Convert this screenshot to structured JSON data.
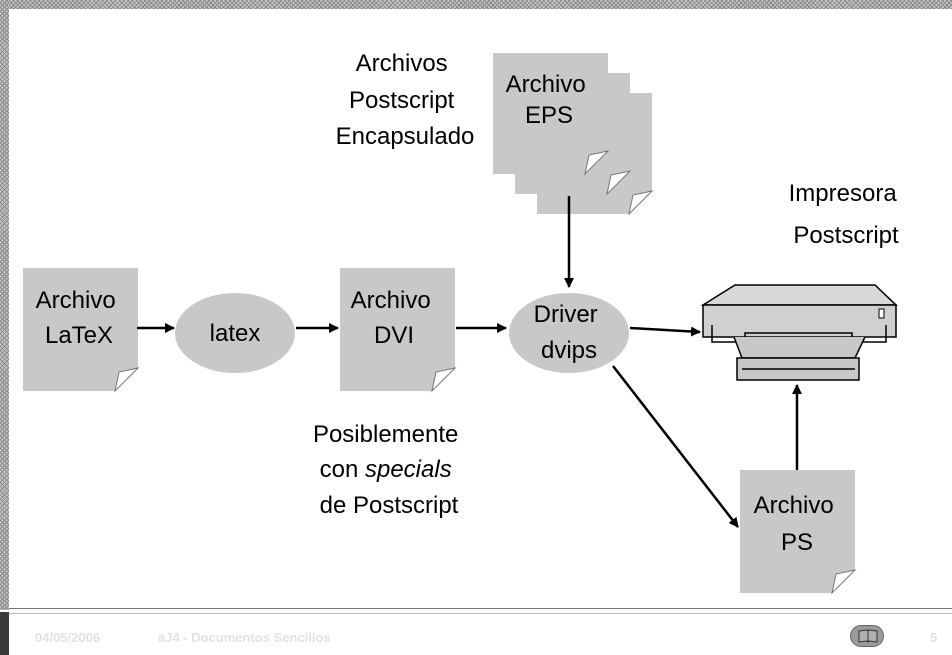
{
  "diagram": {
    "eps_caption": [
      "Archivos",
      "Postscript",
      "Encapsulado"
    ],
    "eps_doc": [
      "Archivo",
      "EPS"
    ],
    "printer_caption": [
      "Impresora",
      "Postscript"
    ],
    "latex_doc": [
      "Archivo",
      "LaTeX"
    ],
    "latex_process": "latex",
    "dvi_doc": [
      "Archivo",
      "DVI"
    ],
    "driver_process": [
      "Driver",
      "dvips"
    ],
    "specials_caption": {
      "line1": "Posiblemente",
      "line2_prefix": "con ",
      "line2_italic": "specials",
      "line3": "de Postscript"
    },
    "ps_doc": [
      "Archivo",
      "PS"
    ]
  },
  "footer": {
    "date": "04/05/2006",
    "title": "aJ4 - Documentos Sencillos",
    "page_number": "5"
  },
  "colors": {
    "node_fill": "#c8c8c8",
    "fold_fill": "#ffffff",
    "footer_text": "#e2e2e2"
  }
}
